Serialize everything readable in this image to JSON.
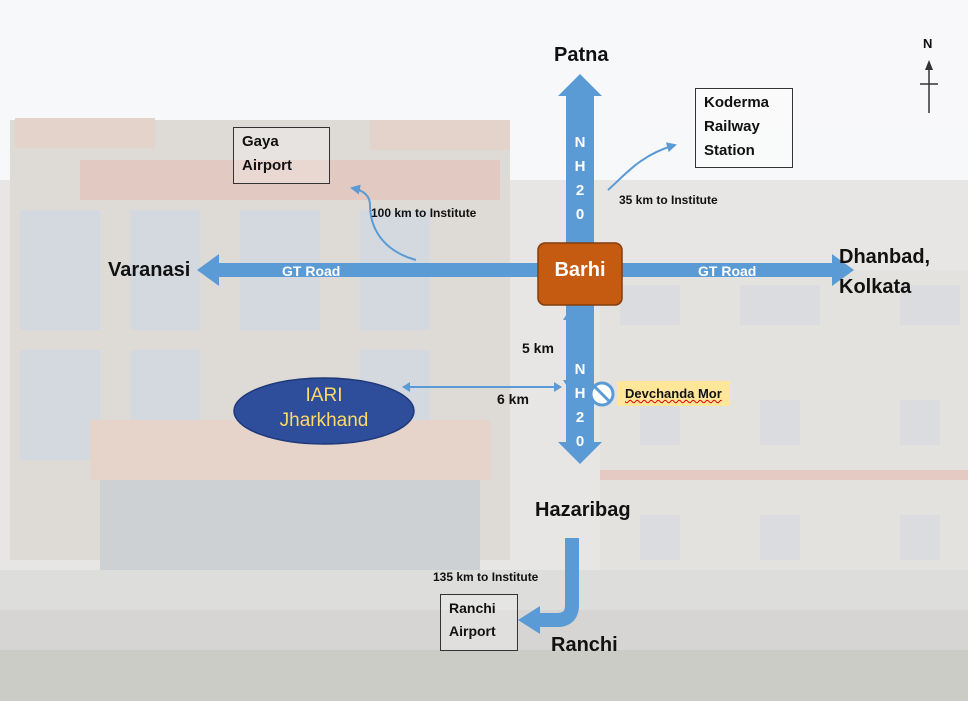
{
  "places": {
    "north": "Patna",
    "west": "Varanasi",
    "east_line1": "Dhanbad,",
    "east_line2": "Kolkata",
    "south": "Hazaribag",
    "far_south": "Ranchi"
  },
  "center": "Barhi",
  "roads": {
    "gt_road": "GT Road",
    "nh_letters": [
      "N",
      "H",
      "2",
      "0"
    ]
  },
  "boxes": {
    "gaya": [
      "Gaya",
      "Airport"
    ],
    "koderma": [
      "Koderma",
      "Railway",
      "Station"
    ],
    "ranchi": [
      "Ranchi",
      "Airport"
    ]
  },
  "distances": {
    "gaya": "100 km to Institute",
    "koderma": "35 km to Institute",
    "ranchi": "135 km to Institute",
    "mor_from_barhi": "5 km",
    "institute_from_mor": "6 km"
  },
  "institute": [
    "IARI",
    "Jharkhand"
  ],
  "junction": "Devchanda Mor",
  "compass": "N",
  "colors": {
    "arrow": "#5b9bd5",
    "center_box": "#c55a11",
    "institute_ellipse": "#2e4d9b",
    "institute_text": "#ffd966",
    "junction_bg": "#ffe699",
    "no_entry_icon": "#5b9bd5"
  }
}
